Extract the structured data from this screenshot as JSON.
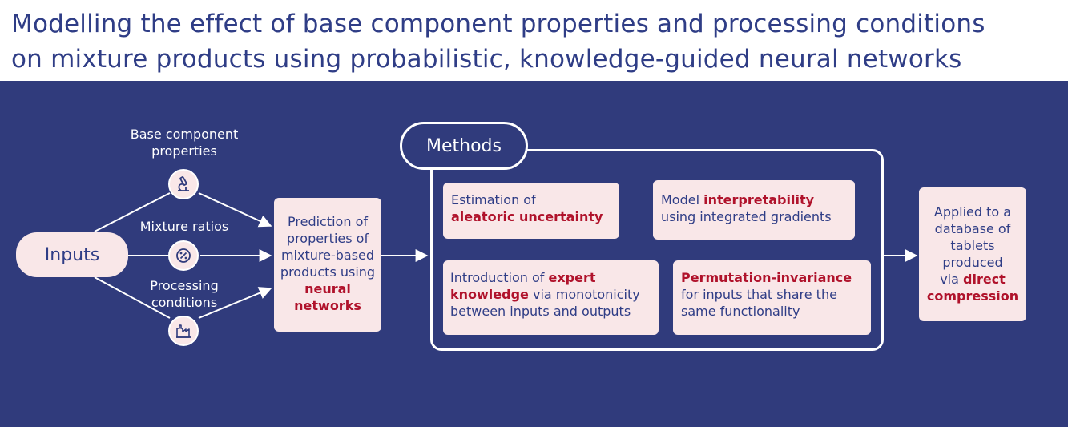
{
  "title": {
    "line1": "Modelling the effect of base component properties and processing conditions",
    "line2": "on mixture products using probabilistic, knowledge-guided neural networks"
  },
  "inputs": {
    "label": "Inputs",
    "items": [
      {
        "line1": "Base component",
        "line2": "properties",
        "icon": "microscope-icon"
      },
      {
        "line1": "Mixture ratios",
        "line2": "",
        "icon": "percent-icon"
      },
      {
        "line1": "Processing",
        "line2": "conditions",
        "icon": "factory-icon"
      }
    ]
  },
  "prediction": {
    "l1": "Prediction of",
    "l2": "properties of",
    "l3": "mixture-based",
    "l4": "products using",
    "hl1": "neural",
    "hl2": "networks"
  },
  "methods": {
    "label": "Methods",
    "cards": [
      {
        "pre": "Estimation of",
        "hl": "aleatoric uncertainty",
        "post": ""
      },
      {
        "pre": "Model ",
        "hl": "interpretability",
        "post": "using integrated gradients"
      },
      {
        "pre": "Introduction of ",
        "hl": "expert knowledge",
        "post": " via monotonicity between inputs and outputs"
      },
      {
        "pre": "",
        "hl": "Permutation-invariance",
        "post": "for inputs that share the same functionality"
      }
    ]
  },
  "application": {
    "l1": "Applied to a",
    "l2": "database of",
    "l3": "tablets",
    "l4": "produced",
    "l5pre": "via ",
    "hl1": "direct",
    "hl2": "compression"
  },
  "colors": {
    "title": "#2f3d86",
    "panel": "#303b7c",
    "box_fill": "#f9e7e8",
    "highlight": "#b0122b",
    "line": "#ffffff"
  }
}
